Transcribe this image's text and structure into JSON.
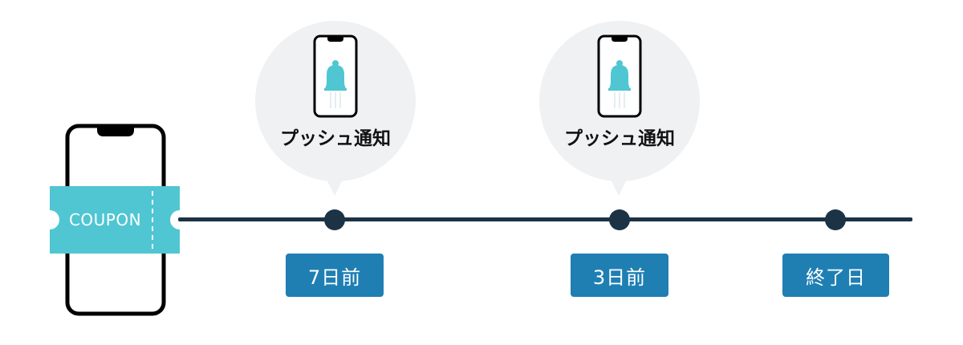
{
  "coupon": {
    "label": "COUPON",
    "color": "#4fc6d2"
  },
  "notifications": [
    {
      "label": "プッシュ通知",
      "icon": "bell-icon"
    },
    {
      "label": "プッシュ通知",
      "icon": "bell-icon"
    }
  ],
  "timeline": {
    "milestones": [
      {
        "label": "7日前"
      },
      {
        "label": "3日前"
      },
      {
        "label": "終了日"
      }
    ]
  },
  "colors": {
    "line": "#1c3346",
    "label_box": "#1f7fb3",
    "bubble": "#f0f1f3",
    "bell": "#4fc6d2"
  }
}
